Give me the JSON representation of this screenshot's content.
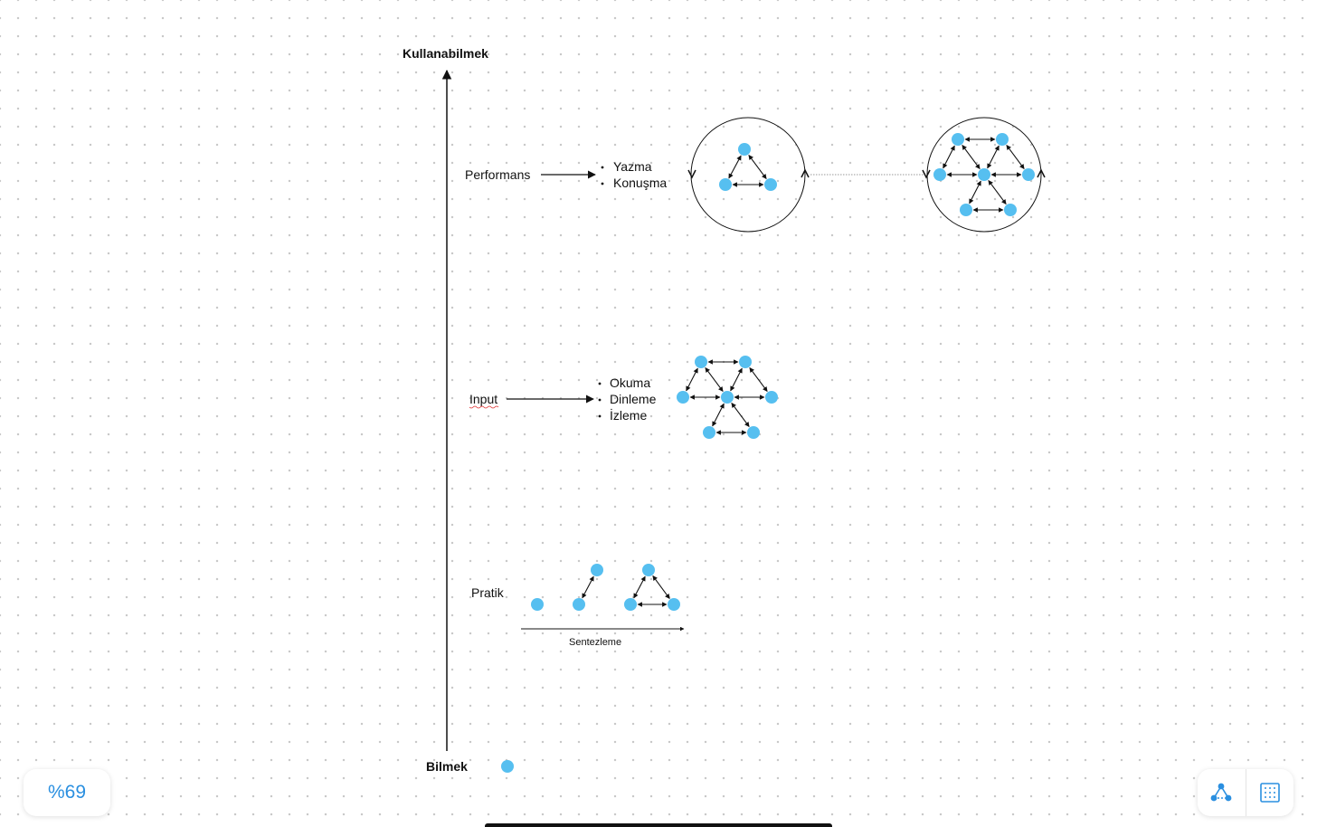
{
  "axis": {
    "top_label": "Kullanabilmek",
    "bottom_label": "Bilmek"
  },
  "levels": {
    "performance": {
      "label": "Performans",
      "items": [
        "Yazma",
        "Konuşma"
      ]
    },
    "input": {
      "label": "Input",
      "items": [
        "Okuma",
        "Dinleme",
        "İzleme"
      ]
    },
    "practice": {
      "label": "Pratik",
      "arrow_label": "Sentezleme"
    }
  },
  "toolbar": {
    "zoom_label": "%69",
    "connect_icon": "network-icon",
    "grid_icon": "grid-icon"
  },
  "colors": {
    "node": "#56bff0",
    "accent": "#2a8fe0",
    "line": "#111111"
  }
}
